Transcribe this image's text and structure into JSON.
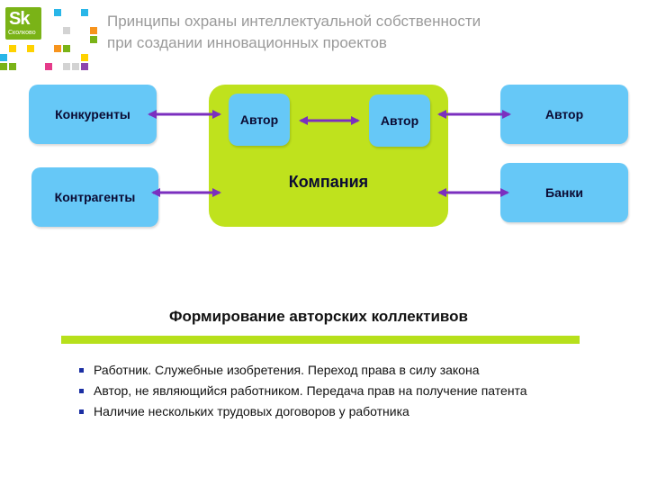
{
  "header": {
    "title_line1": "Принципы охраны интеллектуальной собственности",
    "title_line2": "при создании инновационных проектов",
    "logo_text": "Sk",
    "logo_subtext": "Сколково"
  },
  "diagram": {
    "left_top": "Конкуренты",
    "left_bottom": "Контрагенты",
    "inner_left": "Автор",
    "inner_right": "Автор",
    "company": "Компания",
    "right_top": "Автор",
    "right_bottom": "Банки"
  },
  "section": {
    "title": "Формирование авторских коллективов",
    "bullets": [
      "Работник. Служебные изобретения. Переход права в силу закона",
      "Автор, не являющийся работником. Передача прав на получение патента",
      "Наличие нескольких трудовых договоров у работника"
    ]
  },
  "colors": {
    "box": "#66c8f7",
    "company": "#bfe21d",
    "arrow": "#7b2fbf",
    "divider": "#b7e01b",
    "bullet": "#1b2fa3",
    "header_text": "#9a9a9a"
  }
}
